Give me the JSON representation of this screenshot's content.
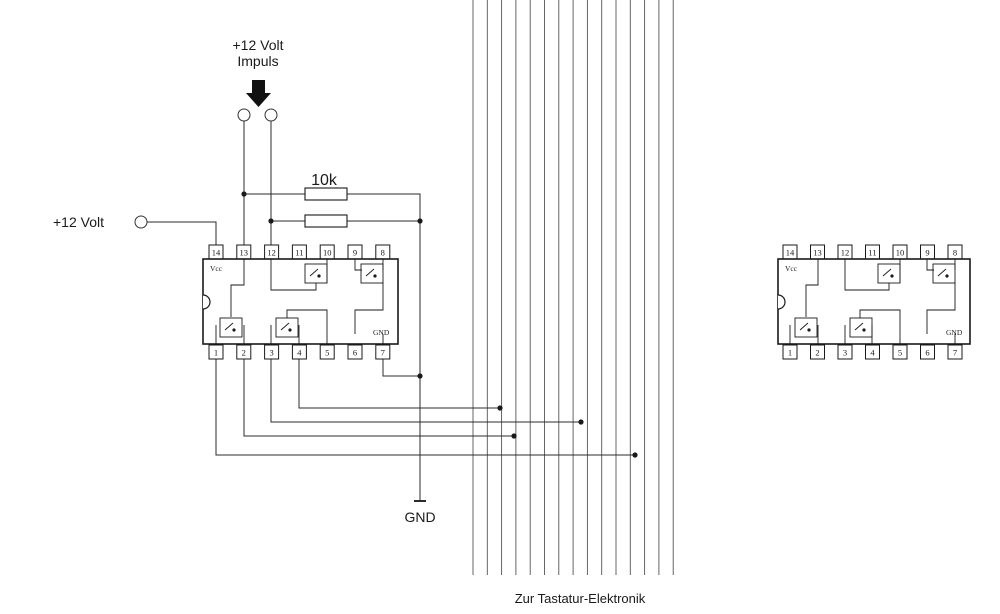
{
  "labels": {
    "supply": "+12 Volt",
    "pulse_line1": "+12 Volt",
    "pulse_line2": "Impuls",
    "resistor": "10k",
    "ground": "GND",
    "bus_caption": "Zur Tastatur-Elektronik"
  },
  "chip_left": {
    "vcc": "Vcc",
    "gnd": "GND",
    "top_pins": [
      "14",
      "13",
      "12",
      "11",
      "10",
      "9",
      "8"
    ],
    "bottom_pins": [
      "1",
      "2",
      "3",
      "4",
      "5",
      "6",
      "7"
    ]
  },
  "chip_right": {
    "vcc": "Vcc",
    "gnd": "GND",
    "top_pins": [
      "14",
      "13",
      "12",
      "11",
      "10",
      "9",
      "8"
    ],
    "bottom_pins": [
      "1",
      "2",
      "3",
      "4",
      "5",
      "6",
      "7"
    ]
  },
  "bus_line_count": 15
}
